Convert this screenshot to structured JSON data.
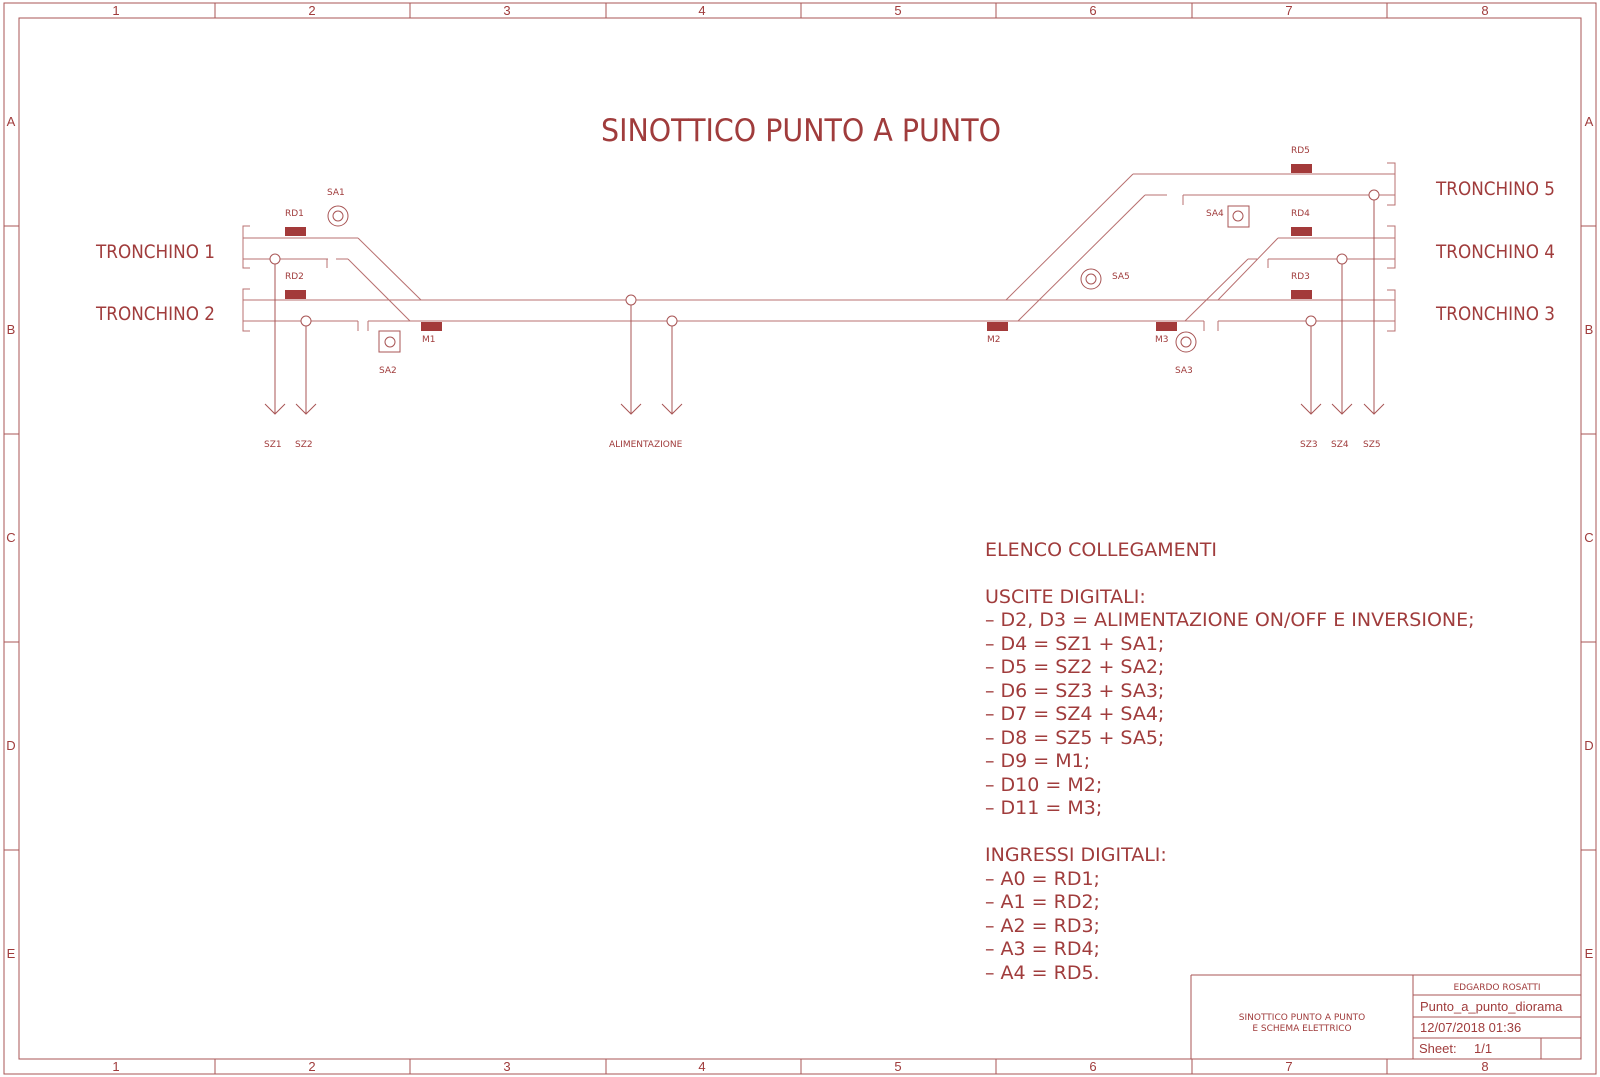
{
  "frame": {
    "columns": [
      "1",
      "2",
      "3",
      "4",
      "5",
      "6",
      "7",
      "8"
    ],
    "rows": [
      "A",
      "B",
      "C",
      "D",
      "E"
    ]
  },
  "title": "SINOTTICO PUNTO A PUNTO",
  "tracks": {
    "tronchino1": "TRONCHINO 1",
    "tronchino2": "TRONCHINO 2",
    "tronchino3": "TRONCHINO 3",
    "tronchino4": "TRONCHINO 4",
    "tronchino5": "TRONCHINO 5"
  },
  "sensors": {
    "rd1": "RD1",
    "rd2": "RD2",
    "rd3": "RD3",
    "rd4": "RD4",
    "rd5": "RD5"
  },
  "motors": {
    "m1": "M1",
    "m2": "M2",
    "m3": "M3"
  },
  "signals": {
    "sa1": "SA1",
    "sa2": "SA2",
    "sa3": "SA3",
    "sa4": "SA4",
    "sa5": "SA5"
  },
  "outputs": {
    "sz1": "SZ1",
    "sz2": "SZ2",
    "sz3": "SZ3",
    "sz4": "SZ4",
    "sz5": "SZ5",
    "alimentazione": "ALIMENTAZIONE"
  },
  "connections": {
    "heading": "ELENCO COLLEGAMENTI",
    "digital_outputs_heading": "USCITE DIGITALI:",
    "digital_outputs": [
      "– D2, D3 = ALIMENTAZIONE ON/OFF E INVERSIONE;",
      "– D4 = SZ1 + SA1;",
      "– D5 = SZ2 + SA2;",
      "– D6 = SZ3 + SA3;",
      "– D7 = SZ4 + SA4;",
      "– D8 = SZ5 + SA5;",
      "– D9 = M1;",
      "– D10 = M2;",
      "– D11 = M3;"
    ],
    "digital_inputs_heading": "INGRESSI DIGITALI:",
    "digital_inputs": [
      "– A0 = RD1;",
      "– A1 = RD2;",
      "– A2 = RD3;",
      "– A3 = RD4;",
      "– A4 = RD5."
    ]
  },
  "title_block": {
    "author": "EDGARDO ROSATTI",
    "description_line1": "SINOTTICO PUNTO A PUNTO",
    "description_line2": "E SCHEMA ELETTRICO",
    "filename": "Punto_a_punto_diorama",
    "date": "12/07/2018 01:36",
    "sheet_label": "Sheet:",
    "sheet_value": "1/1"
  },
  "colors": {
    "line": "#a85555",
    "text": "#a03c3c",
    "block": "#a33a3a"
  }
}
